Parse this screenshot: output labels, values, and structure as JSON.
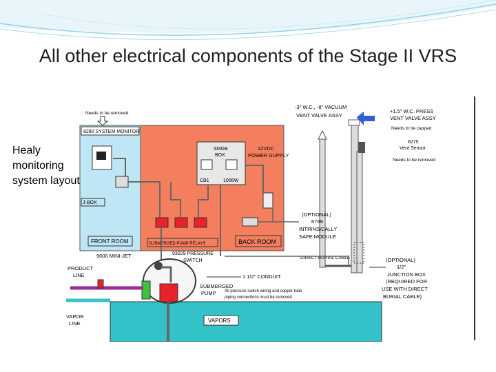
{
  "slide": {
    "title": "All other electrical components of the Stage II VRS",
    "side_note": "Healy monitoring system layout",
    "colors": {
      "salmon": "#f47f5f",
      "sky": "#bfe6f5",
      "tank": "#33c2c8",
      "red": "#e8212a",
      "purple": "#9c2a9c",
      "green": "#3cc43c",
      "blue_arrow": "#2f5fd6"
    }
  },
  "diagram": {
    "labels": {
      "needs_removed_top": "Needs to be removed",
      "system_monitor": "8280 SYSTEM MONITOR",
      "smgb_box_1": "SMGB",
      "smgb_box_2": "BOX",
      "cb1": "CB1",
      "w1006": "1006W",
      "power_1": "12VDC",
      "power_2": "POWER SUPPLY",
      "jbox": "J-BOX",
      "front_room": "FRONT ROOM",
      "back_room": "BACK ROOM",
      "relays": "SUBMERGED PUMP RELAYS",
      "vac_1": "-3\" W.C., -8\" VACUUM",
      "vac_2": "VENT VALVE ASSY",
      "press_1": "+1.5\" W.C. PRESS",
      "press_2": "VENT VALVE ASSY",
      "needs_capped": "Needs to be capped",
      "sensor_num": "6275",
      "sensor_name": "Vent Sensor",
      "needs_removed_right": "Needs to be removed",
      "opt_1": "(OPTIONAL)",
      "opt_2": "6799",
      "opt_3": "INTRINSICALLY",
      "opt_4": "SAFE MODULE",
      "direct_cable": "DIRECT BURIAL CABLE",
      "minijet": "9000 MINI-JET",
      "pressure_1": "93029 PRESSURE",
      "pressure_2": "SWITCH",
      "conduit": "1 1/2\" CONDUIT",
      "product_1": "PRODUCT",
      "product_2": "LINE",
      "sub_1": "SUBMERGED",
      "sub_2": "PUMP",
      "note_1": "All pressure switch wiring and copper tube",
      "note_2": "piping connections must be removed",
      "vapor_1": "VAPOR",
      "vapor_2": "LINE",
      "vapors": "VAPORS",
      "jb_1": "(OPTIONAL)",
      "jb_2": "1/2\"",
      "jb_3": "JUNCTION BOX",
      "jb_4": "(REQUIRED FOR",
      "jb_5": "USE WITH DIRECT",
      "jb_6": "BURIAL CABLE)"
    }
  }
}
